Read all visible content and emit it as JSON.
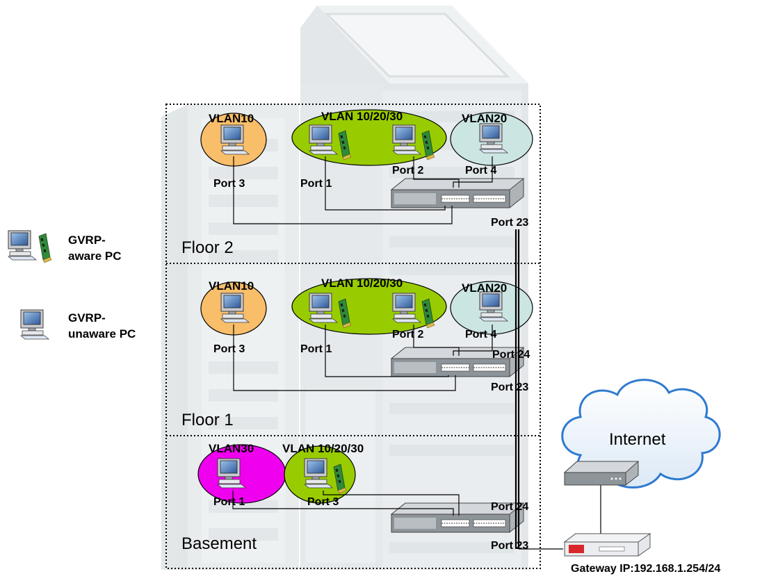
{
  "legend": {
    "aware_line1": "GVRP-",
    "aware_line2": "aware PC",
    "unaware_line1": "GVRP-",
    "unaware_line2": "unaware PC"
  },
  "floors": {
    "floor2": {
      "label": "Floor 2",
      "vlan_left": "VLAN10",
      "vlan_mid": "VLAN 10/20/30",
      "vlan_right": "VLAN20",
      "port_a": "Port 3",
      "port_b": "Port 1",
      "port_c": "Port 2",
      "port_d": "Port 4",
      "port_uplink": "Port 23"
    },
    "floor1": {
      "label": "Floor 1",
      "vlan_left": "VLAN10",
      "vlan_mid": "VLAN 10/20/30",
      "vlan_right": "VLAN20",
      "port_a": "Port 3",
      "port_b": "Port 1",
      "port_c": "Port 2",
      "port_d": "Port 4",
      "port_up": "Port 24",
      "port_down": "Port 23"
    },
    "basement": {
      "label": "Basement",
      "vlan_left": "VLAN30",
      "vlan_mid": "VLAN 10/20/30",
      "port_a": "Port 1",
      "port_b": "Port 3",
      "port_up": "Port 24",
      "port_down": "Port 23"
    }
  },
  "internet_label": "Internet",
  "gateway_label": "Gateway IP:192.168.1.254/24",
  "colors": {
    "vlan10": "#f9be6a",
    "vlan_mixed": "#99cc00",
    "vlan20": "#cbe5e3",
    "vlan30": "#ef00ef",
    "building": "#dfe4e6"
  }
}
